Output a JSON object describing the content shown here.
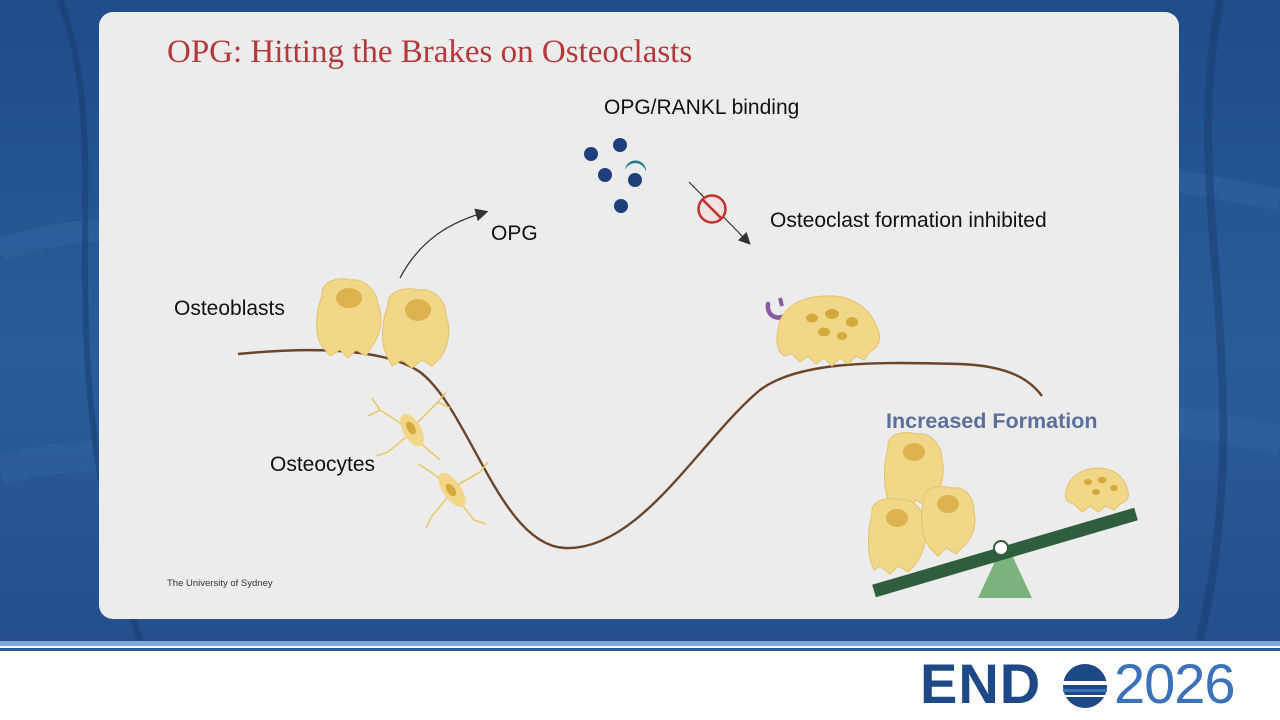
{
  "slide": {
    "title": "OPG: Hitting the Brakes on Osteoclasts",
    "source": "The University of Sydney"
  },
  "labels": {
    "opg_rankl": "OPG/RANKL binding",
    "opg": "OPG",
    "osteoclast_inhibited": "Osteoclast formation inhibited",
    "osteoblasts": "Osteoblasts",
    "osteocytes": "Osteocytes",
    "increased_formation": "Increased Formation"
  },
  "logo": {
    "brand": "END",
    "year": "2026"
  },
  "colors": {
    "title": "#b3393a",
    "cell_fill": "#f2d789",
    "cell_nucleus": "#d4a93e",
    "opg": "#237a86",
    "rankl": "#1f3f7a",
    "inhibit": "#c0332f",
    "bone_line": "#6b4529",
    "seesaw_bar": "#2f5e3c",
    "fulcrum": "#7bb37d",
    "increased_label": "#5b6f9b"
  },
  "icons": [
    "opg-crescent-icon",
    "rankl-ball-icon",
    "inhibit-icon",
    "receptor-icon"
  ]
}
